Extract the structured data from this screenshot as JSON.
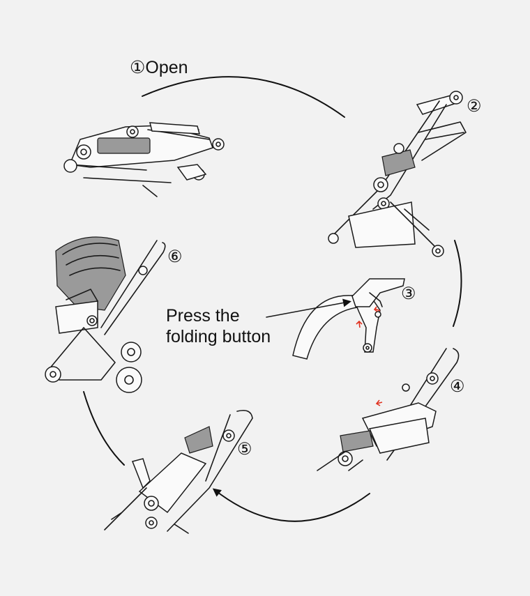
{
  "diagram": {
    "steps": [
      {
        "id": 1,
        "label": "①Open"
      },
      {
        "id": 2,
        "label": "②"
      },
      {
        "id": 3,
        "label": "③"
      },
      {
        "id": 4,
        "label": "④"
      },
      {
        "id": 5,
        "label": "⑤"
      },
      {
        "id": 6,
        "label": "⑥"
      }
    ],
    "callout": {
      "line1": "Press the",
      "line2": "folding button"
    },
    "colors": {
      "background": "#f2f2f2",
      "line": "#1a1a1a",
      "arrow_hint": "#e0301e"
    }
  }
}
